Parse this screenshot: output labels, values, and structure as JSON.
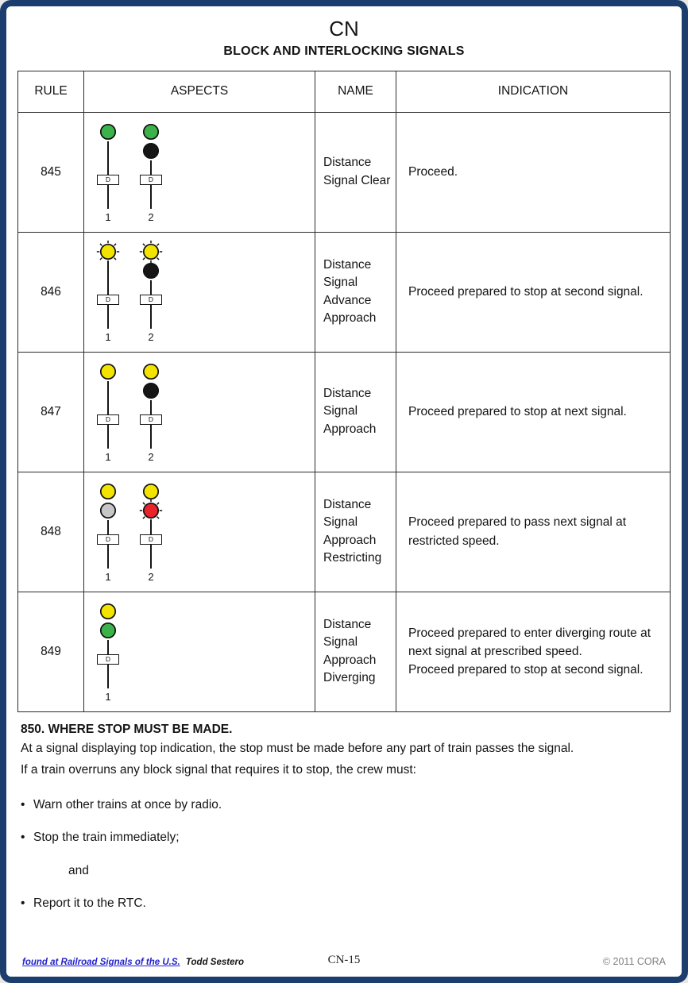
{
  "page": {
    "title": "CN",
    "subtitle": "BLOCK AND INTERLOCKING SIGNALS"
  },
  "colors": {
    "green": "#3cb24a",
    "yellow": "#f2e400",
    "red": "#e8232a",
    "black": "#161616",
    "lunar": "#c6c6c6",
    "border": "#1c3e6f",
    "link": "#2222cc",
    "muted": "#808080"
  },
  "table": {
    "headers": {
      "rule": "RULE",
      "aspects": "ASPECTS",
      "name": "NAME",
      "indication": "INDICATION"
    },
    "rows": [
      {
        "rule": "845",
        "name": "Distance Signal Clear",
        "indication": [
          "Proceed."
        ],
        "signals": [
          {
            "number": "1",
            "plate": "D",
            "lamps": [
              {
                "color": "green",
                "flashing": false
              }
            ]
          },
          {
            "number": "2",
            "plate": "D",
            "lamps": [
              {
                "color": "green",
                "flashing": false
              },
              {
                "color": "black",
                "flashing": false
              }
            ]
          }
        ]
      },
      {
        "rule": "846",
        "name": "Distance Signal Advance Approach",
        "indication": [
          "Proceed prepared to stop at second signal."
        ],
        "signals": [
          {
            "number": "1",
            "plate": "D",
            "lamps": [
              {
                "color": "yellow",
                "flashing": true
              }
            ]
          },
          {
            "number": "2",
            "plate": "D",
            "lamps": [
              {
                "color": "yellow",
                "flashing": true
              },
              {
                "color": "black",
                "flashing": false
              }
            ]
          }
        ]
      },
      {
        "rule": "847",
        "name": "Distance Signal Approach",
        "indication": [
          "Proceed prepared to stop at next signal."
        ],
        "signals": [
          {
            "number": "1",
            "plate": "D",
            "lamps": [
              {
                "color": "yellow",
                "flashing": false
              }
            ]
          },
          {
            "number": "2",
            "plate": "D",
            "lamps": [
              {
                "color": "yellow",
                "flashing": false
              },
              {
                "color": "black",
                "flashing": false
              }
            ]
          }
        ]
      },
      {
        "rule": "848",
        "name": "Distance Signal Approach Restricting",
        "indication": [
          "Proceed prepared to pass next signal at restricted speed."
        ],
        "signals": [
          {
            "number": "1",
            "plate": "D",
            "lamps": [
              {
                "color": "yellow",
                "flashing": false
              },
              {
                "color": "lunar",
                "flashing": false
              }
            ]
          },
          {
            "number": "2",
            "plate": "D",
            "lamps": [
              {
                "color": "yellow",
                "flashing": false
              },
              {
                "color": "red",
                "flashing": true
              }
            ]
          }
        ]
      },
      {
        "rule": "849",
        "name": "Distance Signal Approach Diverging",
        "indication": [
          "Proceed prepared to enter diverging route at next signal at prescribed speed.",
          "Proceed prepared to stop at second signal."
        ],
        "signals": [
          {
            "number": "1",
            "plate": "D",
            "lamps": [
              {
                "color": "yellow",
                "flashing": false
              },
              {
                "color": "green",
                "flashing": false
              }
            ]
          }
        ]
      }
    ]
  },
  "section": {
    "heading": "850. WHERE STOP MUST BE MADE.",
    "bullet_icon": "•",
    "paragraphs": [
      "At a signal displaying top indication, the stop must be made before any part of train passes the signal.",
      "If a train overruns any block signal that requires it to stop, the crew must:"
    ],
    "bullets": [
      "Warn other trains at once by radio.",
      "Stop the train immediately;",
      "Report it to the RTC."
    ],
    "connector": "and"
  },
  "footer": {
    "credit_link": "found at Railroad Signals of the U.S.",
    "credit_author": "Todd Sestero",
    "page_number": "CN-15",
    "copyright": "© 2011 CORA"
  }
}
